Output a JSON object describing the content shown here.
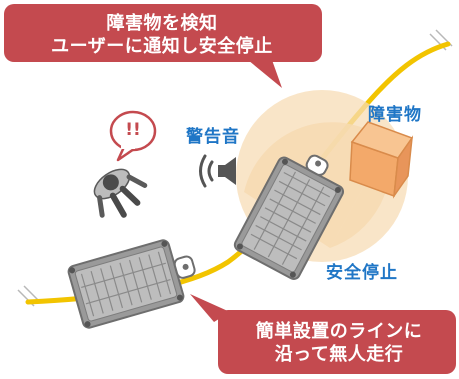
{
  "callouts": {
    "detect": [
      "障害物を検知",
      "ユーザーに通知し安全停止"
    ],
    "install": [
      "簡単設置のラインに",
      "沿って無人走行"
    ]
  },
  "labels": {
    "obstacle": "障害物",
    "alarm": "警告音",
    "safe_stop": "安全停止",
    "warning_mark": "!!"
  },
  "colors": {
    "callout_red": "#c44a4f",
    "label_blue": "#1f76c6",
    "guide_line_yellow": "#f2c400",
    "sensor_zone_orange": "#f5d3a6",
    "obstacle_box": "#f3a96a"
  },
  "icons": [
    "person-icon",
    "speaker-icon",
    "exclamation-bubble-icon",
    "robot-icon",
    "box-icon"
  ]
}
